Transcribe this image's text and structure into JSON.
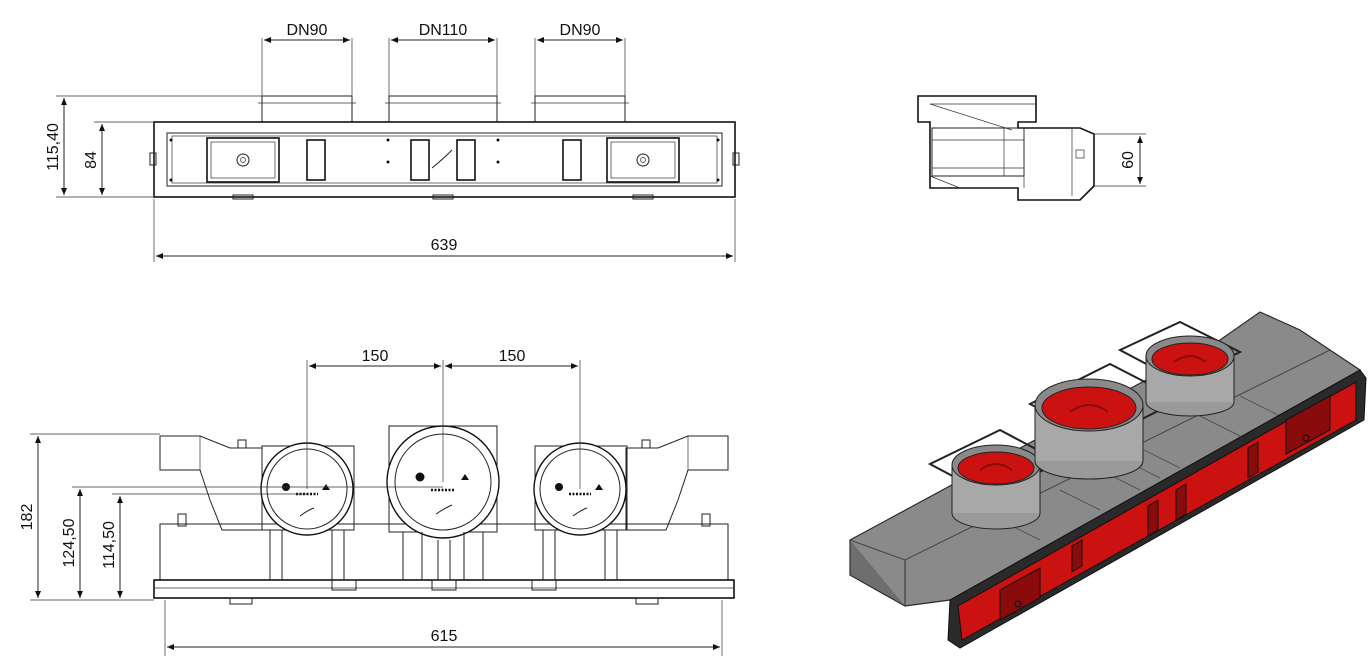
{
  "dimensions": {
    "top_view": {
      "port_left": "DN90",
      "port_center": "DN110",
      "port_right": "DN90",
      "height_total": "115,40",
      "height_body": "84",
      "width": "639"
    },
    "side_view": {
      "height": "60"
    },
    "front_view": {
      "spacing_left": "150",
      "spacing_right": "150",
      "height_total": "182",
      "height_center_large": "124,50",
      "height_center_small": "114,50",
      "width": "615"
    }
  },
  "colors": {
    "line": "#222222",
    "render_red": "#cc1111",
    "render_grey": "#8a8a8a",
    "render_dark": "#2a2a2a"
  }
}
